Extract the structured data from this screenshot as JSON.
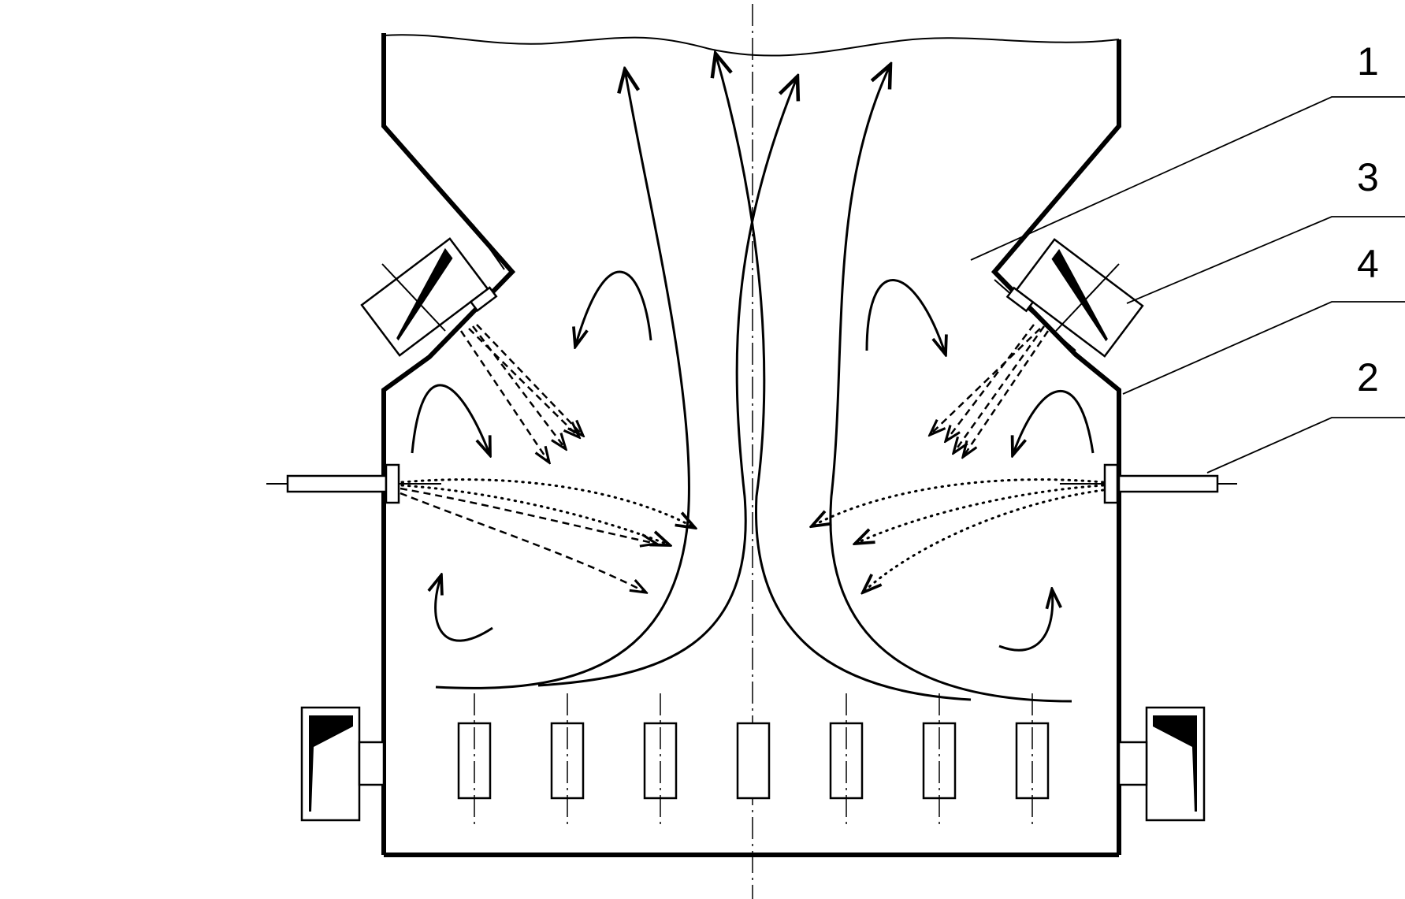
{
  "callouts": [
    {
      "id": "1",
      "text": "1"
    },
    {
      "id": "3",
      "text": "3"
    },
    {
      "id": "4",
      "text": "4"
    },
    {
      "id": "2",
      "text": "2"
    }
  ],
  "colors": {
    "line": "#000000",
    "background": "#ffffff"
  }
}
